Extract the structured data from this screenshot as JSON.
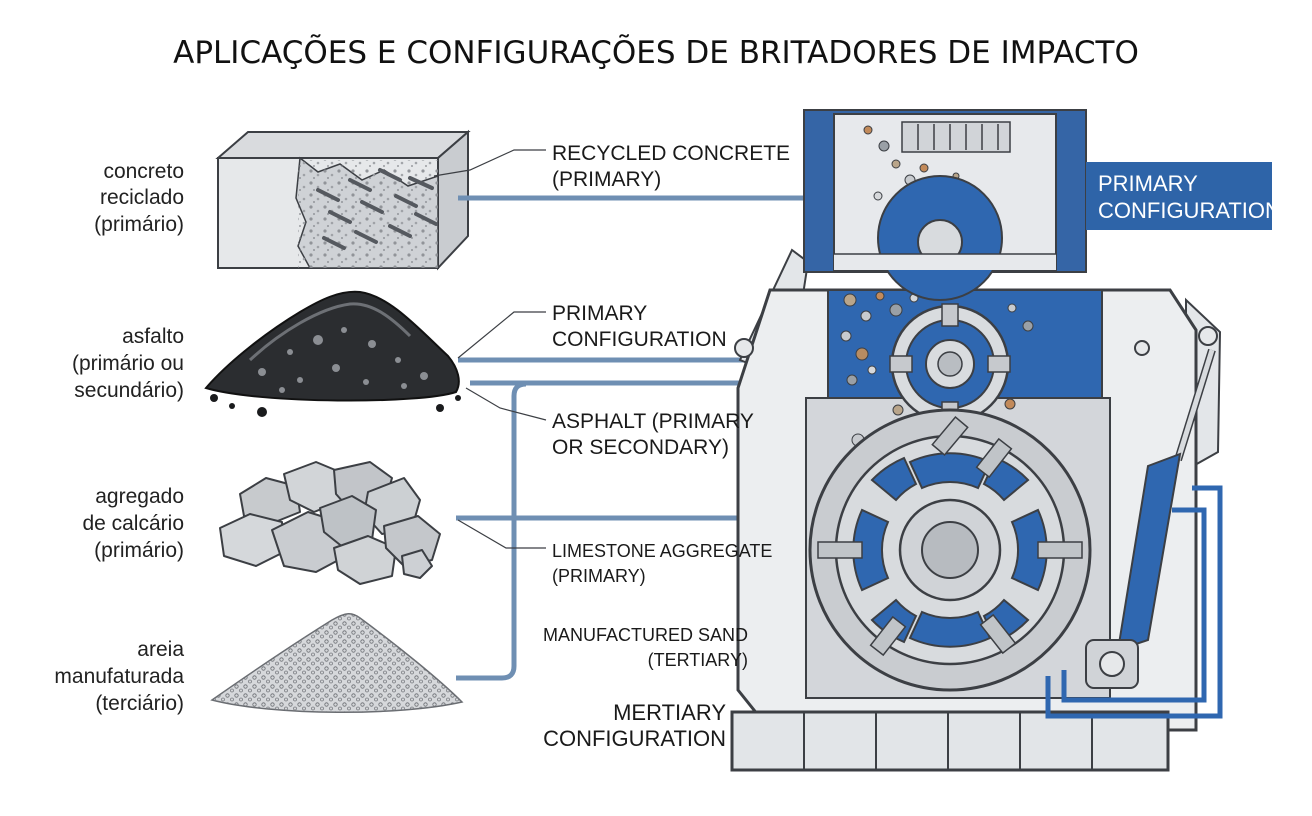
{
  "title": "APLICAÇÕES E CONFIGURAÇÕES DE BRITADORES DE IMPACTO",
  "colors": {
    "accent_blue": "#2f67b0",
    "line_blue": "#6f8fb3",
    "badge_blue": "#2e64a8",
    "machine_grey": "#e8eaec",
    "outline": "#3c3f44"
  },
  "materials": [
    {
      "icon": "concrete-block-icon",
      "lines": [
        "concreto",
        "reciclado",
        "(primário)"
      ]
    },
    {
      "icon": "asphalt-pile-icon",
      "lines": [
        "asfalto",
        "(primário ou",
        "secundário)"
      ]
    },
    {
      "icon": "limestone-rocks-icon",
      "lines": [
        "agregado",
        "de calcário",
        "(primário)"
      ]
    },
    {
      "icon": "sand-pile-icon",
      "lines": [
        "areia",
        "manufaturada",
        "(terciário)"
      ]
    }
  ],
  "callouts": [
    {
      "lines": [
        "RECYCLED CONCRETE",
        "(PRIMARY)"
      ]
    },
    {
      "lines": [
        "PRIMARY",
        "CONFIGURATION"
      ]
    },
    {
      "lines": [
        "ASPHALT (PRIMARY",
        "OR SECONDARY)"
      ]
    },
    {
      "lines": [
        "LIMESTONE AGGREGATE",
        "(PRIMARY)"
      ]
    },
    {
      "lines": [
        "MANUFACTURED SAND",
        "(TERTIARY)"
      ]
    }
  ],
  "badge": {
    "lines": [
      "PRIMARY",
      "CONFIGURATION"
    ]
  },
  "bottom_label": {
    "lines": [
      "MERTIARY",
      "CONFIGURATION"
    ]
  }
}
